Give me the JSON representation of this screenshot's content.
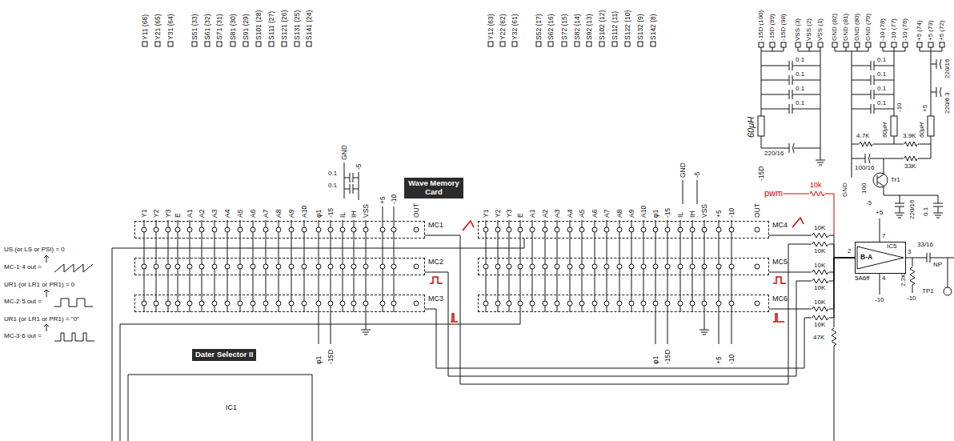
{
  "diagram": {
    "nodes": [
      {
        "text": [
          "MC1"
        ]
      },
      {
        "text": [
          "MC2"
        ]
      },
      {
        "text": [
          "MC3"
        ]
      },
      {
        "text": [
          "Wave Memory Card"
        ]
      },
      {
        "text": [
          "MC4"
        ]
      },
      {
        "text": [
          "MC5"
        ]
      },
      {
        "text": [
          "MC6"
        ]
      },
      {
        "text": [
          "Dater Selector II"
        ]
      },
      {
        "text": [
          "B-A",
          "IC5",
          "5A6ff"
        ]
      }
    ],
    "edges": [
      {
        "from": 0,
        "to": 8,
        "arrow": "none"
      },
      {
        "from": 1,
        "to": 8,
        "arrow": "none"
      },
      {
        "from": 2,
        "to": 8,
        "arrow": "none"
      },
      {
        "from": 4,
        "to": 8,
        "arrow": "none"
      },
      {
        "from": 5,
        "to": 8,
        "arrow": "none"
      },
      {
        "from": 6,
        "to": 8,
        "arrow": "none"
      }
    ],
    "labels": [
      "Y11 (66)",
      "Y21 (65)",
      "Y31 (64)",
      "S51 (33)",
      "S61 (32)",
      "S71 (31)",
      "S81 (30)",
      "S91 (29)",
      "S101 (28)",
      "S111 (27)",
      "S121 (26)",
      "S131 (25)",
      "S141 (24)",
      "Y12 (63)",
      "Y22 (62)",
      "Y32 (61)",
      "S52 (17)",
      "S62 (16)",
      "S72 (15)",
      "S82 (14)",
      "S92 (13)",
      "S102 (12)",
      "S112 (11)",
      "S122 (10)",
      "S132 (9)",
      "S142 (8)",
      "-15D (100)",
      "-15D (99)",
      "-15D (98)",
      "VSS (3)",
      "VSS (2)",
      "VSS (1)",
      "GND (82)",
      "GND (81)",
      "GND (80)",
      "GND (79)",
      "-10 (78)",
      "-10 (77)",
      "-10 (76)",
      "+5 (74)",
      "+5 (73)",
      "+5 (72)",
      "Y1",
      "Y2",
      "Y3",
      "E",
      "A1",
      "A2",
      "A3",
      "A4",
      "A5",
      "A6",
      "A7",
      "A8",
      "A9",
      "A10",
      "φ1",
      "-15",
      "IL",
      "IH",
      "VSS",
      "OUT",
      "GND",
      "-5",
      "+5",
      "-10",
      "0.1",
      "0.1",
      "Y1",
      "Y2",
      "Y3",
      "E",
      "A1",
      "A2",
      "A3",
      "A4",
      "A5",
      "A6",
      "A7",
      "A8",
      "A9",
      "A10",
      "φ1",
      "-15",
      "IL",
      "IH",
      "VSS",
      "+5",
      "-10",
      "OUT",
      "GND",
      "-5",
      "US (or LS or PSI) = 0",
      "MC-1·4 out =",
      "UR1 (or LR1 or PR1) = 0",
      "MC-2·5 out =",
      "UR1 (or LR1 or PR1) = \"0\"",
      "MC-3·6 out =",
      "IC1",
      "φ1",
      "-15D",
      "φ1",
      "-15D",
      "+5",
      "-10",
      "10K",
      "10K",
      "10K",
      "10K",
      "10K",
      "10K",
      "pwm",
      "10k",
      "+5",
      "7",
      "2",
      "3",
      "4",
      "-10",
      "33/16",
      "NP",
      "2.2K",
      "-10",
      "TP1",
      "47K",
      "60μH",
      "0.1",
      "0.1",
      "0.1",
      "0.1",
      "0.1",
      "0.1",
      "0.1",
      "0.1",
      "220/16",
      "-15D",
      "60μH",
      "60μH",
      "220/16",
      "220/6.3",
      "4.7K",
      "3.9K",
      "100/16",
      "33K",
      "-10",
      "+5",
      "GND",
      "100",
      "Tr1",
      "-5",
      "220/16",
      "0.1"
    ]
  }
}
